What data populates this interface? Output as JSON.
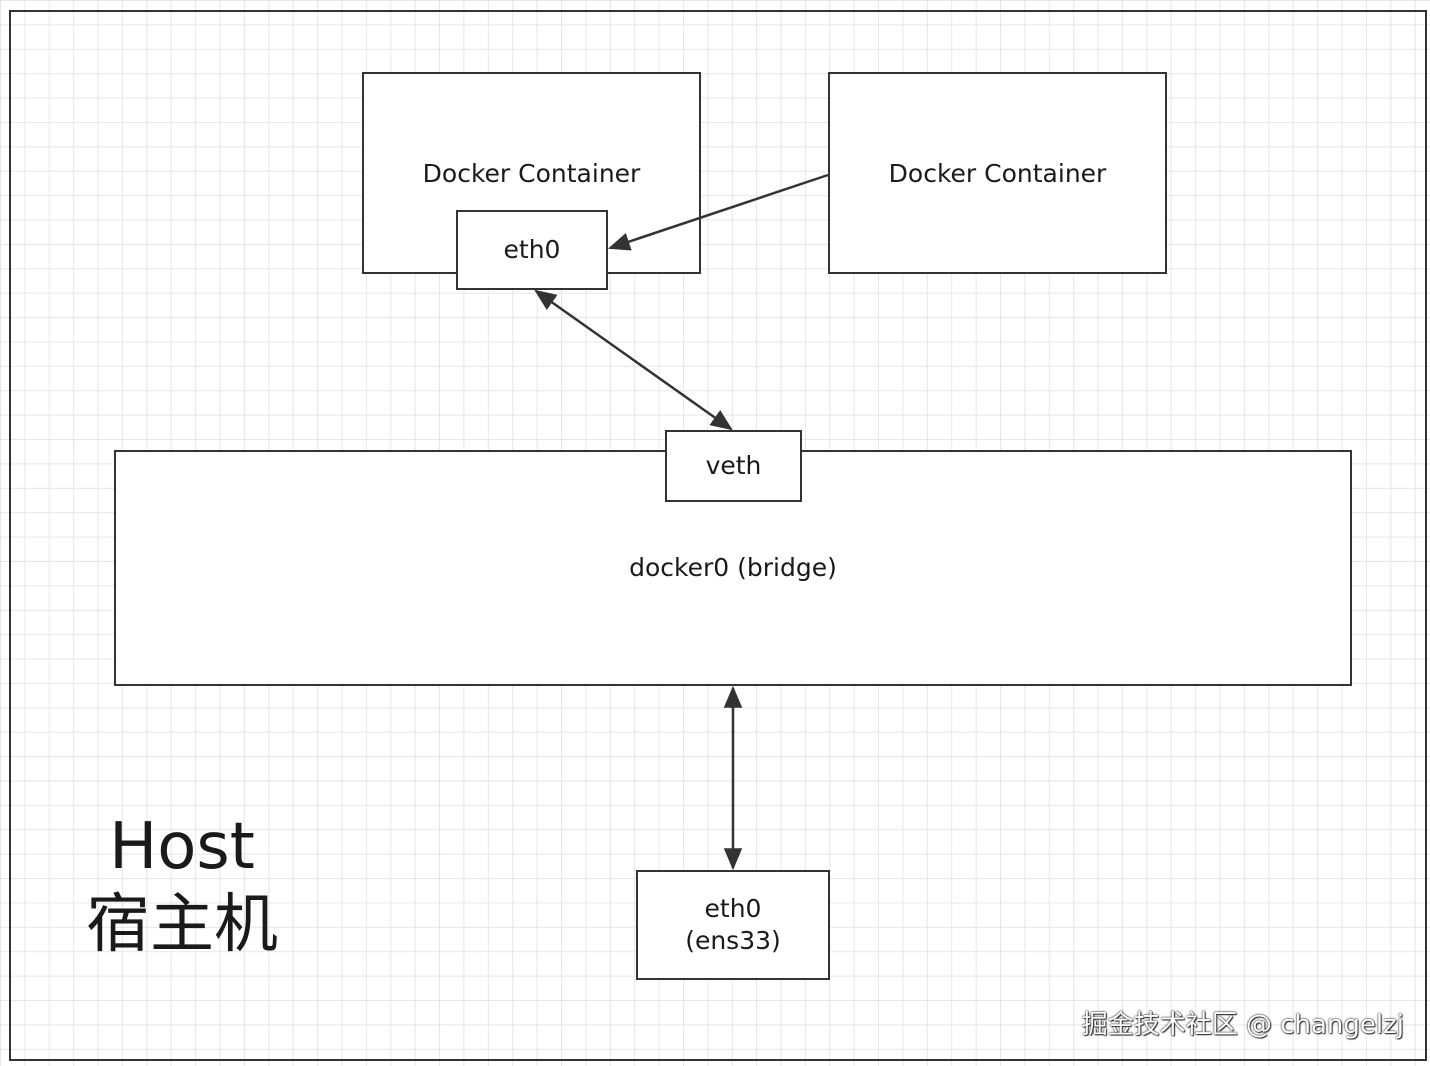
{
  "container_left": {
    "label": "Docker Container",
    "nic_label": "eth0"
  },
  "container_right": {
    "label": "Docker Container"
  },
  "bridge": {
    "label": "docker0 (bridge)",
    "veth_label": "veth"
  },
  "host_nic": {
    "line1": "eth0",
    "line2": "(ens33)"
  },
  "host": {
    "label_en": "Host",
    "label_zh": "宿主机"
  },
  "watermark": "掘金技术社区 @ changelzj",
  "colors": {
    "stroke": "#333333",
    "grid": "#e6e6e6",
    "background": "#ffffff"
  }
}
